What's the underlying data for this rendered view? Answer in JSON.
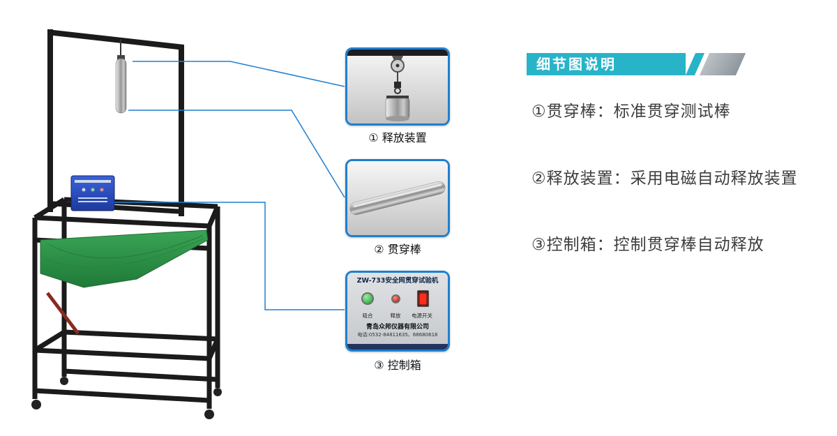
{
  "banner": {
    "title": "细节图说明"
  },
  "descriptions": [
    {
      "text": "①贯穿棒：标准贯穿测试棒"
    },
    {
      "text": "②释放装置：采用电磁自动释放装置"
    },
    {
      "text": "③控制箱：控制贯穿棒自动释放"
    }
  ],
  "details": [
    {
      "label": "① 释放装置"
    },
    {
      "label": "② 贯穿棒"
    },
    {
      "label": "③ 控制箱"
    }
  ],
  "control_panel": {
    "title": "ZW-733安全网贯穿试验机",
    "button_labels": [
      "吸合",
      "释放",
      "电源开关"
    ],
    "company": "青岛众邦仪器有限公司",
    "phone": "电话:0532-84811635、68680618"
  },
  "colors": {
    "banner_teal": "#28b4c8",
    "accent_gray": "#8d959c",
    "card_border_blue": "#1e7fd0",
    "connector_blue": "#1e7fd0",
    "frame_black": "#1b1b1b",
    "net_green": "#2e8f46",
    "box_blue": "#2748b4",
    "button_green": "#2aa83c",
    "button_red": "#c81f1f",
    "switch_red": "#ff2d1a"
  }
}
